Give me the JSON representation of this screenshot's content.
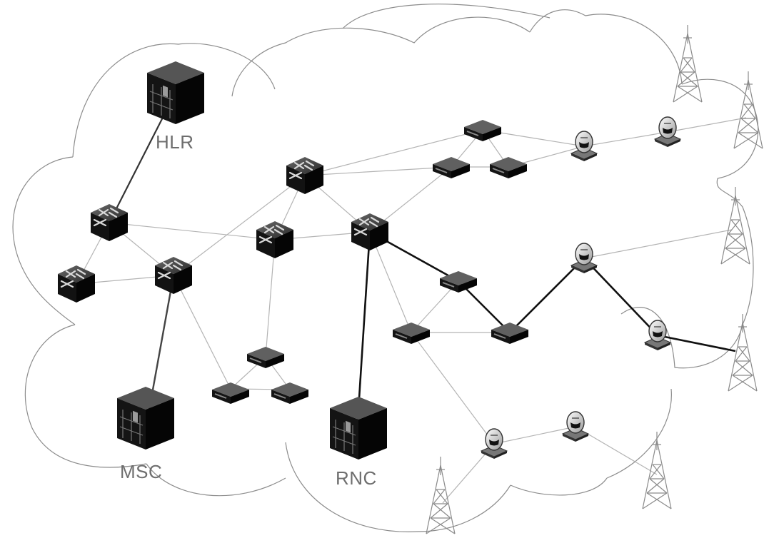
{
  "labels": {
    "hlr": "HLR",
    "msc": "MSC",
    "rnc": "RNC"
  },
  "icons": {
    "server": "server-cabinet-icon",
    "switch": "network-switch-icon",
    "router": "router-icon",
    "microwave": "microwave-dish-icon",
    "tower": "antenna-tower-icon"
  },
  "colors": {
    "cloud_outline": "#8c8c8c",
    "thin_link": "#b4b4b4",
    "main_link": "#111111",
    "device_body": "#1a1a1a",
    "label": "#6e6e6e"
  }
}
